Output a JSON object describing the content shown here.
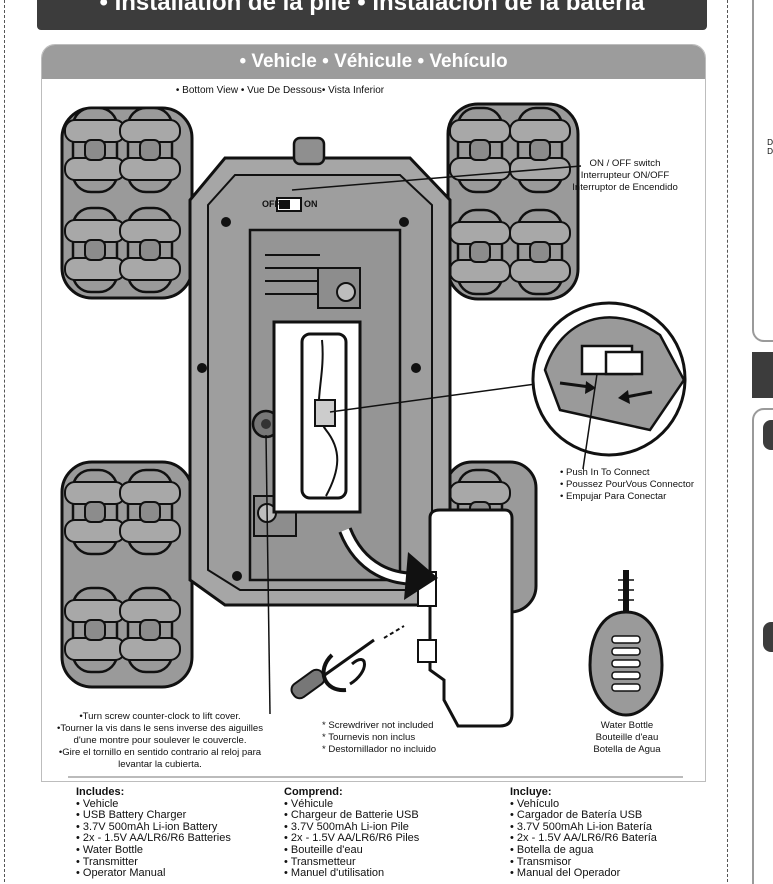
{
  "banner": {
    "title": "• Installation de la pile • Instalación de la batería"
  },
  "vehicle": {
    "header": "• Vehicle • Véhicule • Vehículo"
  },
  "bottom_view": "• Bottom View • Vue De Dessous• Vista Inferior",
  "switch": {
    "off_label": "OFF",
    "on_label": "ON",
    "callout": [
      "ON / OFF switch",
      "Interrupteur ON/OFF",
      "Interruptor de Encendido"
    ]
  },
  "connector": [
    "• Push In To Connect",
    "• Poussez PourVous Connector",
    "• Empujar Para Conectar"
  ],
  "screw": [
    "•Turn screw counter-clock to lift cover.",
    "•Tourner la vis dans le sens inverse des aiguilles",
    "d'une montre pour soulever le couvercle.",
    "•Gire el tornillo en sentido contrario al reloj para",
    "levantar la cubierta."
  ],
  "screwdriver_note": [
    "* Screwdriver not included",
    "* Tournevis non inclus",
    "* Destornillador no incluido"
  ],
  "water_bottle": [
    "Water Bottle",
    "Bouteille d'eau",
    "Botella de Agua"
  ],
  "includes": [
    {
      "heading": "Includes:",
      "items": [
        "• Vehicle",
        "• USB Battery Charger",
        "• 3.7V 500mAh Li-ion Battery",
        "• 2x - 1.5V AA/LR6/R6 Batteries",
        "• Water Bottle",
        "• Transmitter",
        "• Operator Manual"
      ]
    },
    {
      "heading": "Comprend:",
      "items": [
        "• Véhicule",
        "• Chargeur de Batterie USB",
        "• 3.7V 500mAh Li-ion Pile",
        "• 2x - 1.5V AA/LR6/R6 Piles",
        "• Bouteille d'eau",
        "• Transmetteur",
        "• Manuel d'utilisation"
      ]
    },
    {
      "heading": "Incluye:",
      "items": [
        "• Vehículo",
        "• Cargador de Batería USB",
        "• 3.7V 500mAh Li-ion Batería",
        "• 2x - 1.5V AA/LR6/R6 Batería",
        "• Botella de agua",
        "• Transmisor",
        "• Manual del Operador"
      ]
    }
  ],
  "colors": {
    "banner_bg": "#3c3c3c",
    "panel_header_bg": "#9c9c9c",
    "vehicle_body": "#a6a6a6",
    "wheel": "#9a9a9a"
  }
}
